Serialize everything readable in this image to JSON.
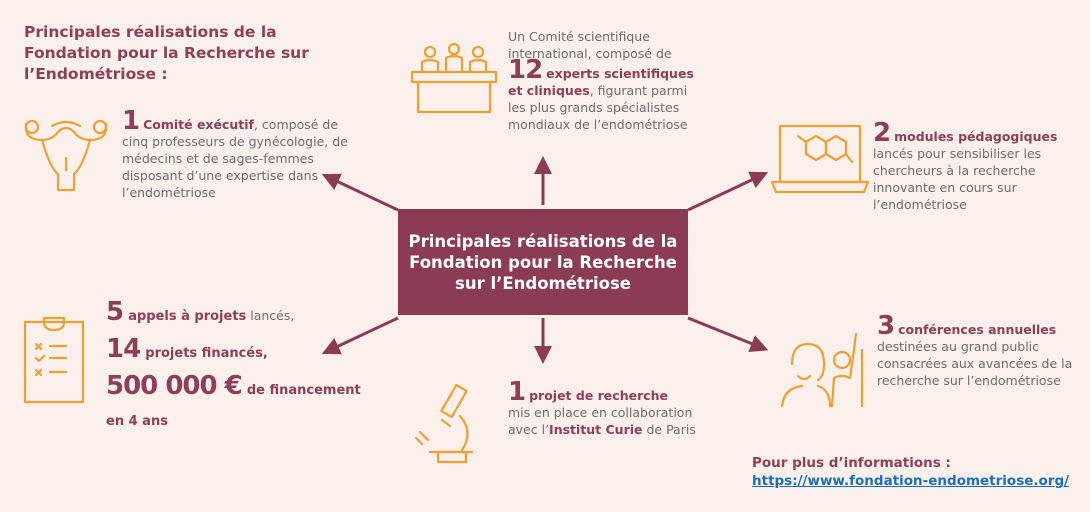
{
  "title": "Principales réalisations de la Fondation pour la Recherche sur l’Endométriose :",
  "center": "Principales réalisations de la Fondation pour la Recherche sur l’Endométriose",
  "comite": {
    "num": "1",
    "bold": "Comité exécutif",
    "text": ", composé de cinq professeurs de gynécologie, de médecins et de sages-femmes disposant d’une expertise dans l’endométriose"
  },
  "scientifique": {
    "intro": "Un Comité scientifique international, composé de",
    "num": "12",
    "bold": "experts scientifiques et cliniques",
    "text": ", figurant parmi les plus grands spécialistes mondiaux de l’endométriose"
  },
  "modules": {
    "num": "2",
    "bold": "modules pédagogiques",
    "text": "lancés pour sensibiliser les chercheurs à la recherche innovante en cours sur l’endométriose"
  },
  "appels": {
    "num1": "5",
    "bold1": "appels à projets",
    "text1": " lancés,",
    "num2": "14",
    "bold2": "projets financés,",
    "num3": "500 000 €",
    "bold3": "de financement",
    "footer": "en 4  ans"
  },
  "projet": {
    "num": "1",
    "bold": "projet de recherche",
    "text": "mis en place en collaboration avec l’",
    "bold2": "Institut Curie",
    "text2": " de Paris"
  },
  "conferences": {
    "num": "3",
    "bold": "conférences annuelles",
    "text": "destinées au grand public consacrées aux avancées de la recherche sur l’endométriose"
  },
  "info": {
    "label": "Pour plus d’informations :",
    "url": "https://www.fondation-endometriose.org/"
  },
  "colors": {
    "maroon": "#8c3b55",
    "orange": "#f0a030",
    "background": "#fcf0ec"
  }
}
